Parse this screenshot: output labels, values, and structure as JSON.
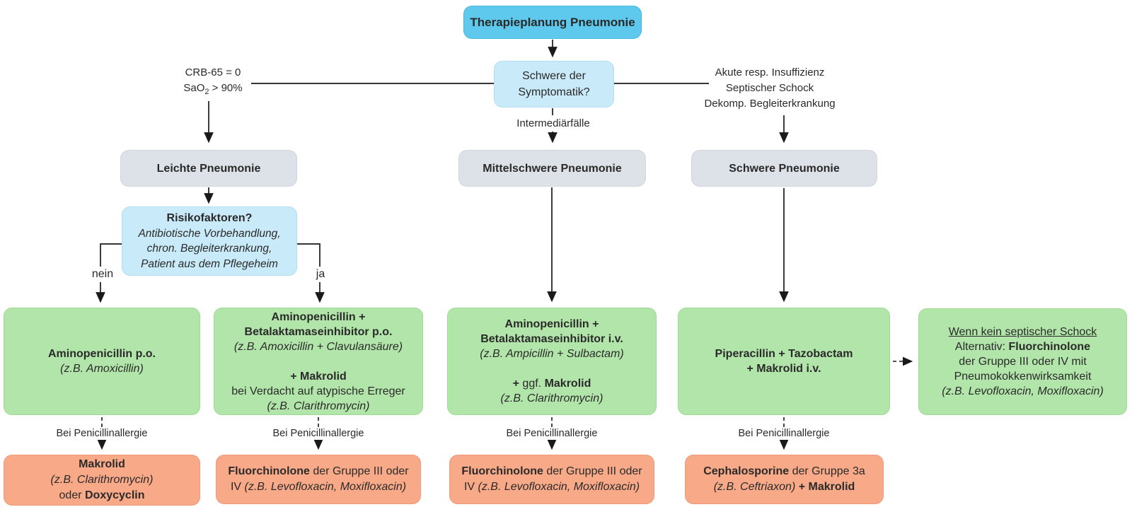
{
  "colors": {
    "title_box": "#5ec9ec",
    "question_box": "#c9eaf8",
    "stage_box": "#dde1e8",
    "therapy_box": "#b2e5a9",
    "allergy_box": "#f8a988",
    "line": "#1a1a1a",
    "text": "#2a2a2a"
  },
  "title": "Therapieplanung Pneumonie",
  "severity_question": {
    "line1": "Schwere der",
    "line2": "Symptomatik?"
  },
  "branch_mild_condition": {
    "line1": "CRB-65 = 0",
    "sao": "SaO",
    "sao_sub": "2",
    "sao_rest": " > 90%"
  },
  "branch_severe_condition": {
    "line1": "Akute resp. Insuffizienz",
    "line2": "Septischer Schock",
    "line3": "Dekomp. Begleiterkrankung"
  },
  "branch_intermediate_label": "Intermediärfälle",
  "stages": {
    "mild": "Leichte Pneumonie",
    "moderate": "Mittelschwere Pneumonie",
    "severe": "Schwere Pneumonie"
  },
  "risk_question": {
    "title": "Risikofaktoren?",
    "line1": "Antibiotische Vorbehandlung,",
    "line2": "chron. Begleiterkrankung,",
    "line3": "Patient aus dem Pflegeheim"
  },
  "edge_labels": {
    "no": "nein",
    "yes": "ja"
  },
  "therapies": {
    "mild_no_risk": {
      "drug": "Aminopenicillin p.o.",
      "example": "(z.B. Amoxicillin)"
    },
    "mild_risk": {
      "drug1": "Aminopenicillin +",
      "drug2": "Betalaktamaseinhibitor p.o.",
      "example1": "(z.B. Amoxicillin + Clavulansäure)",
      "add": "+ Makrolid",
      "add_note": "bei Verdacht auf atypische Erreger",
      "example2": "(z.B. Clarithromycin)"
    },
    "moderate": {
      "drug1": "Aminopenicillin +",
      "drug2": "Betalaktamaseinhibitor i.v.",
      "example1": "(z.B. Ampicillin + Sulbactam)",
      "add_plus": "+",
      "add_opt": "ggf.",
      "add_drug": "Makrolid",
      "example2": "(z.B. Clarithromycin)"
    },
    "severe": {
      "drug1": "Piperacillin + Tazobactam",
      "drug2": "+ Makrolid i.v."
    },
    "severe_alt": {
      "condition": "Wenn kein septischer Schock",
      "alt_label": "Alternativ:",
      "alt_drug": "Fluorchinolone",
      "line3": "der Gruppe III oder IV mit",
      "line4": "Pneumokokkenwirksamkeit",
      "example": "(z.B. Levofloxacin, Moxifloxacin)"
    }
  },
  "allergy_label": "Bei Penicillinallergie",
  "allergy_alternatives": {
    "mild_no_risk": {
      "drug": "Makrolid",
      "example": "(z.B. Clarithromycin)",
      "or": "oder",
      "drug2": "Doxycyclin"
    },
    "mild_risk": {
      "drug": "Fluorchinolone",
      "rest1": "der Gruppe III oder",
      "rest2": "IV",
      "example": "(z.B. Levofloxacin, Moxifloxacin)"
    },
    "moderate": {
      "drug": "Fluorchinolone",
      "rest1": "der Gruppe III oder",
      "rest2": "IV",
      "example": "(z.B. Levofloxacin, Moxifloxacin)"
    },
    "severe": {
      "drug": "Cephalosporine",
      "rest": "der Gruppe 3a",
      "example": "(z.B. Ceftriaxon)",
      "add": "+ Makrolid"
    }
  }
}
